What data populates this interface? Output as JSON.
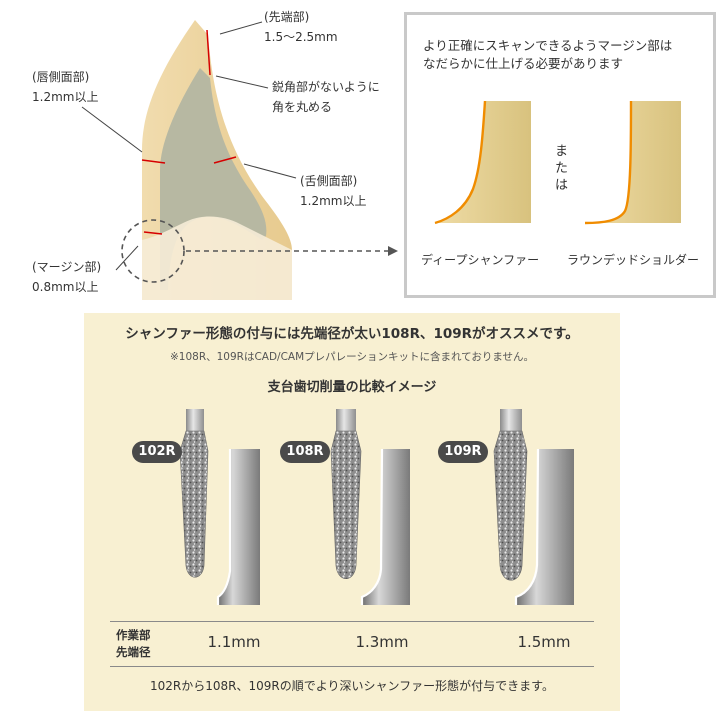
{
  "tooth_diagram": {
    "tip_label": "(先端部)",
    "tip_value": "1.5〜2.5mm",
    "labial_label": "(唇側面部)",
    "labial_value": "1.2mm以上",
    "angle_note_line1": "鋭角部がないように",
    "angle_note_line2": "角を丸める",
    "lingual_label": "(舌側面部)",
    "lingual_value": "1.2mm以上",
    "margin_label": "(マージン部)",
    "margin_value": "0.8mm以上"
  },
  "margin_box": {
    "heading_line1": "より正確にスキャンできるようマージン部は",
    "heading_line2": "なだらかに仕上げる必要があります",
    "or_text": "または",
    "shape_left": "ディープシャンファー",
    "shape_right": "ラウンデッドショルダー"
  },
  "comparison": {
    "headline": "シャンファー形態の付与には先端径が太い108R、109Rがオススメです。",
    "note": "※108R、109RはCAD/CAMプレパレーションキットに含まれておりません。",
    "subtitle": "支台歯切削量の比較イメージ",
    "burs": [
      {
        "name": "102R",
        "diameter": "1.1mm"
      },
      {
        "name": "108R",
        "diameter": "1.3mm"
      },
      {
        "name": "109R",
        "diameter": "1.5mm"
      }
    ],
    "row_label_line1": "作業部",
    "row_label_line2": "先端径",
    "footer": "102Rから108R、109Rの順でより深いシャンファー形態が付与できます。"
  },
  "colors": {
    "enamel": "#efd9a8",
    "dentin": "#b4b4a0",
    "cut_line": "#d60000",
    "margin_line": "#f08c00",
    "panel_bg": "#f8f0d2",
    "badge": "#4a4a4a"
  }
}
